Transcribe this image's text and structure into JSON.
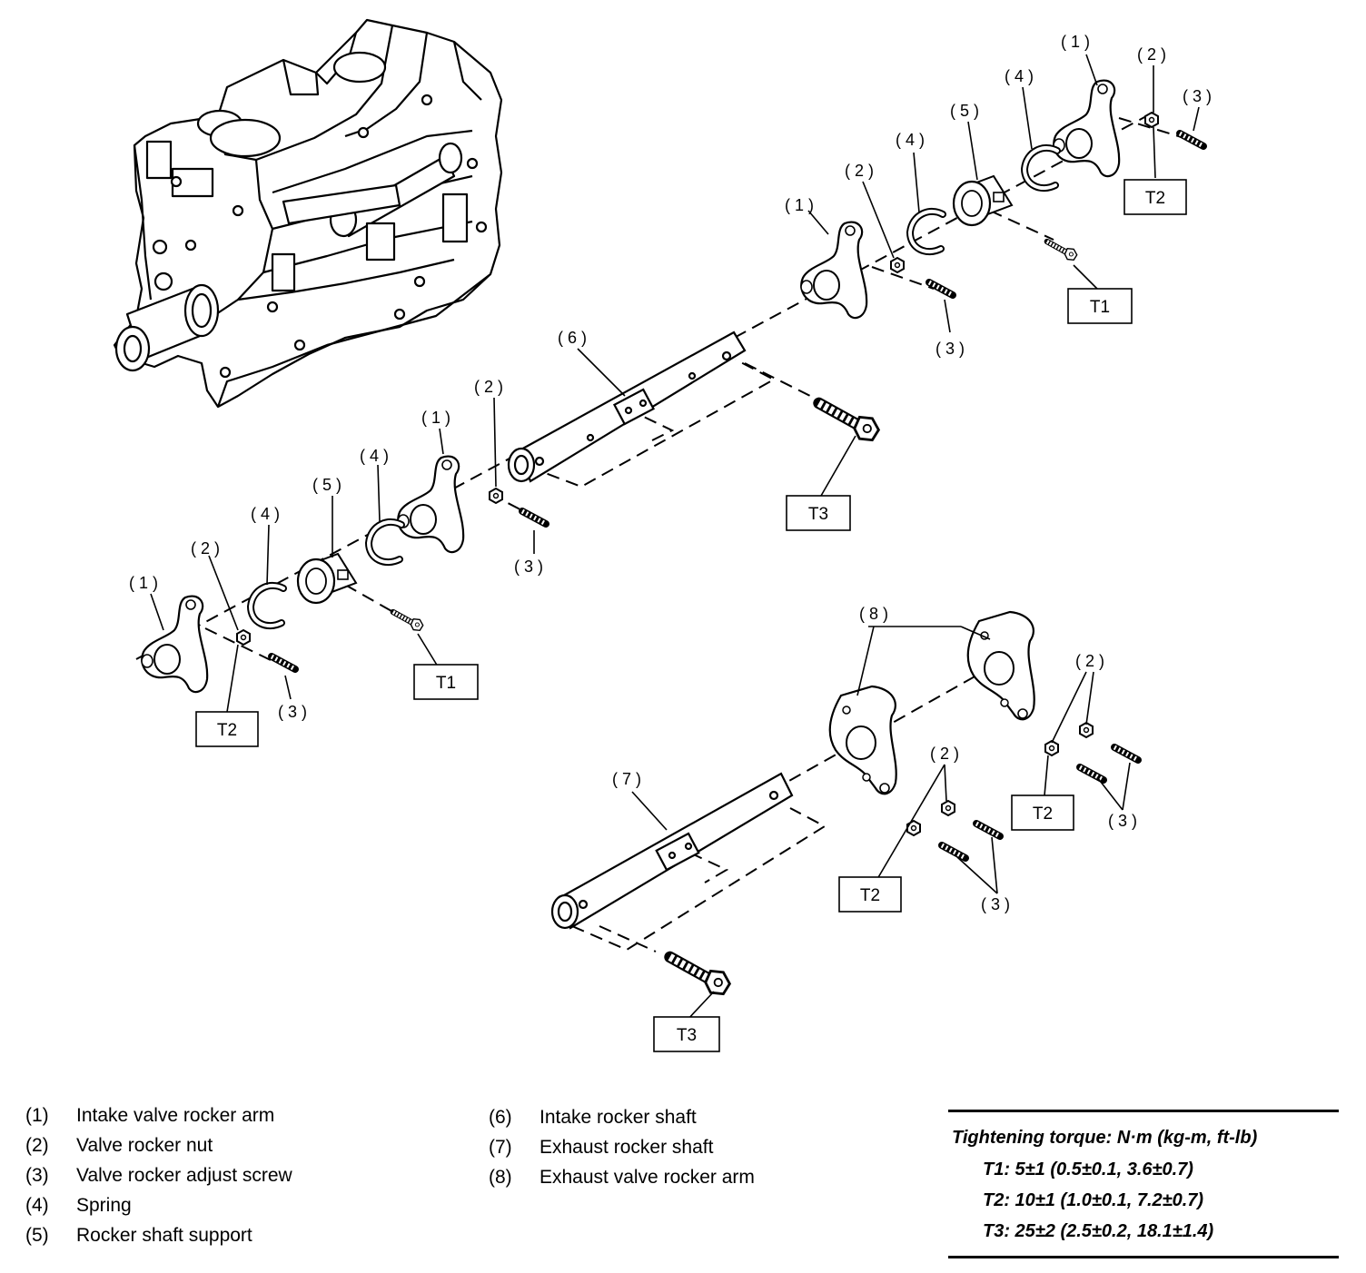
{
  "callouts": {
    "c1": "(1)",
    "c2": "(2)",
    "c3": "(3)",
    "c4": "(4)",
    "c5": "(5)",
    "c6": "(6)",
    "c7": "(7)",
    "c8": "(8)"
  },
  "torque_tags": {
    "t1": "T1",
    "t2": "T2",
    "t3": "T3"
  },
  "legend": [
    {
      "num": "(1)",
      "label": "Intake valve rocker arm"
    },
    {
      "num": "(2)",
      "label": "Valve rocker nut"
    },
    {
      "num": "(3)",
      "label": "Valve rocker adjust screw"
    },
    {
      "num": "(4)",
      "label": "Spring"
    },
    {
      "num": "(5)",
      "label": "Rocker shaft support"
    },
    {
      "num": "(6)",
      "label": "Intake rocker shaft"
    },
    {
      "num": "(7)",
      "label": "Exhaust rocker shaft"
    },
    {
      "num": "(8)",
      "label": "Exhaust valve rocker arm"
    }
  ],
  "torque_table": {
    "heading": "Tightening torque: N·m (kg-m, ft-lb)",
    "rows": [
      "T1: 5±1 (0.5±0.1, 3.6±0.7)",
      "T2: 10±1 (1.0±0.1, 7.2±0.7)",
      "T3: 25±2 (2.5±0.2, 18.1±1.4)"
    ]
  }
}
